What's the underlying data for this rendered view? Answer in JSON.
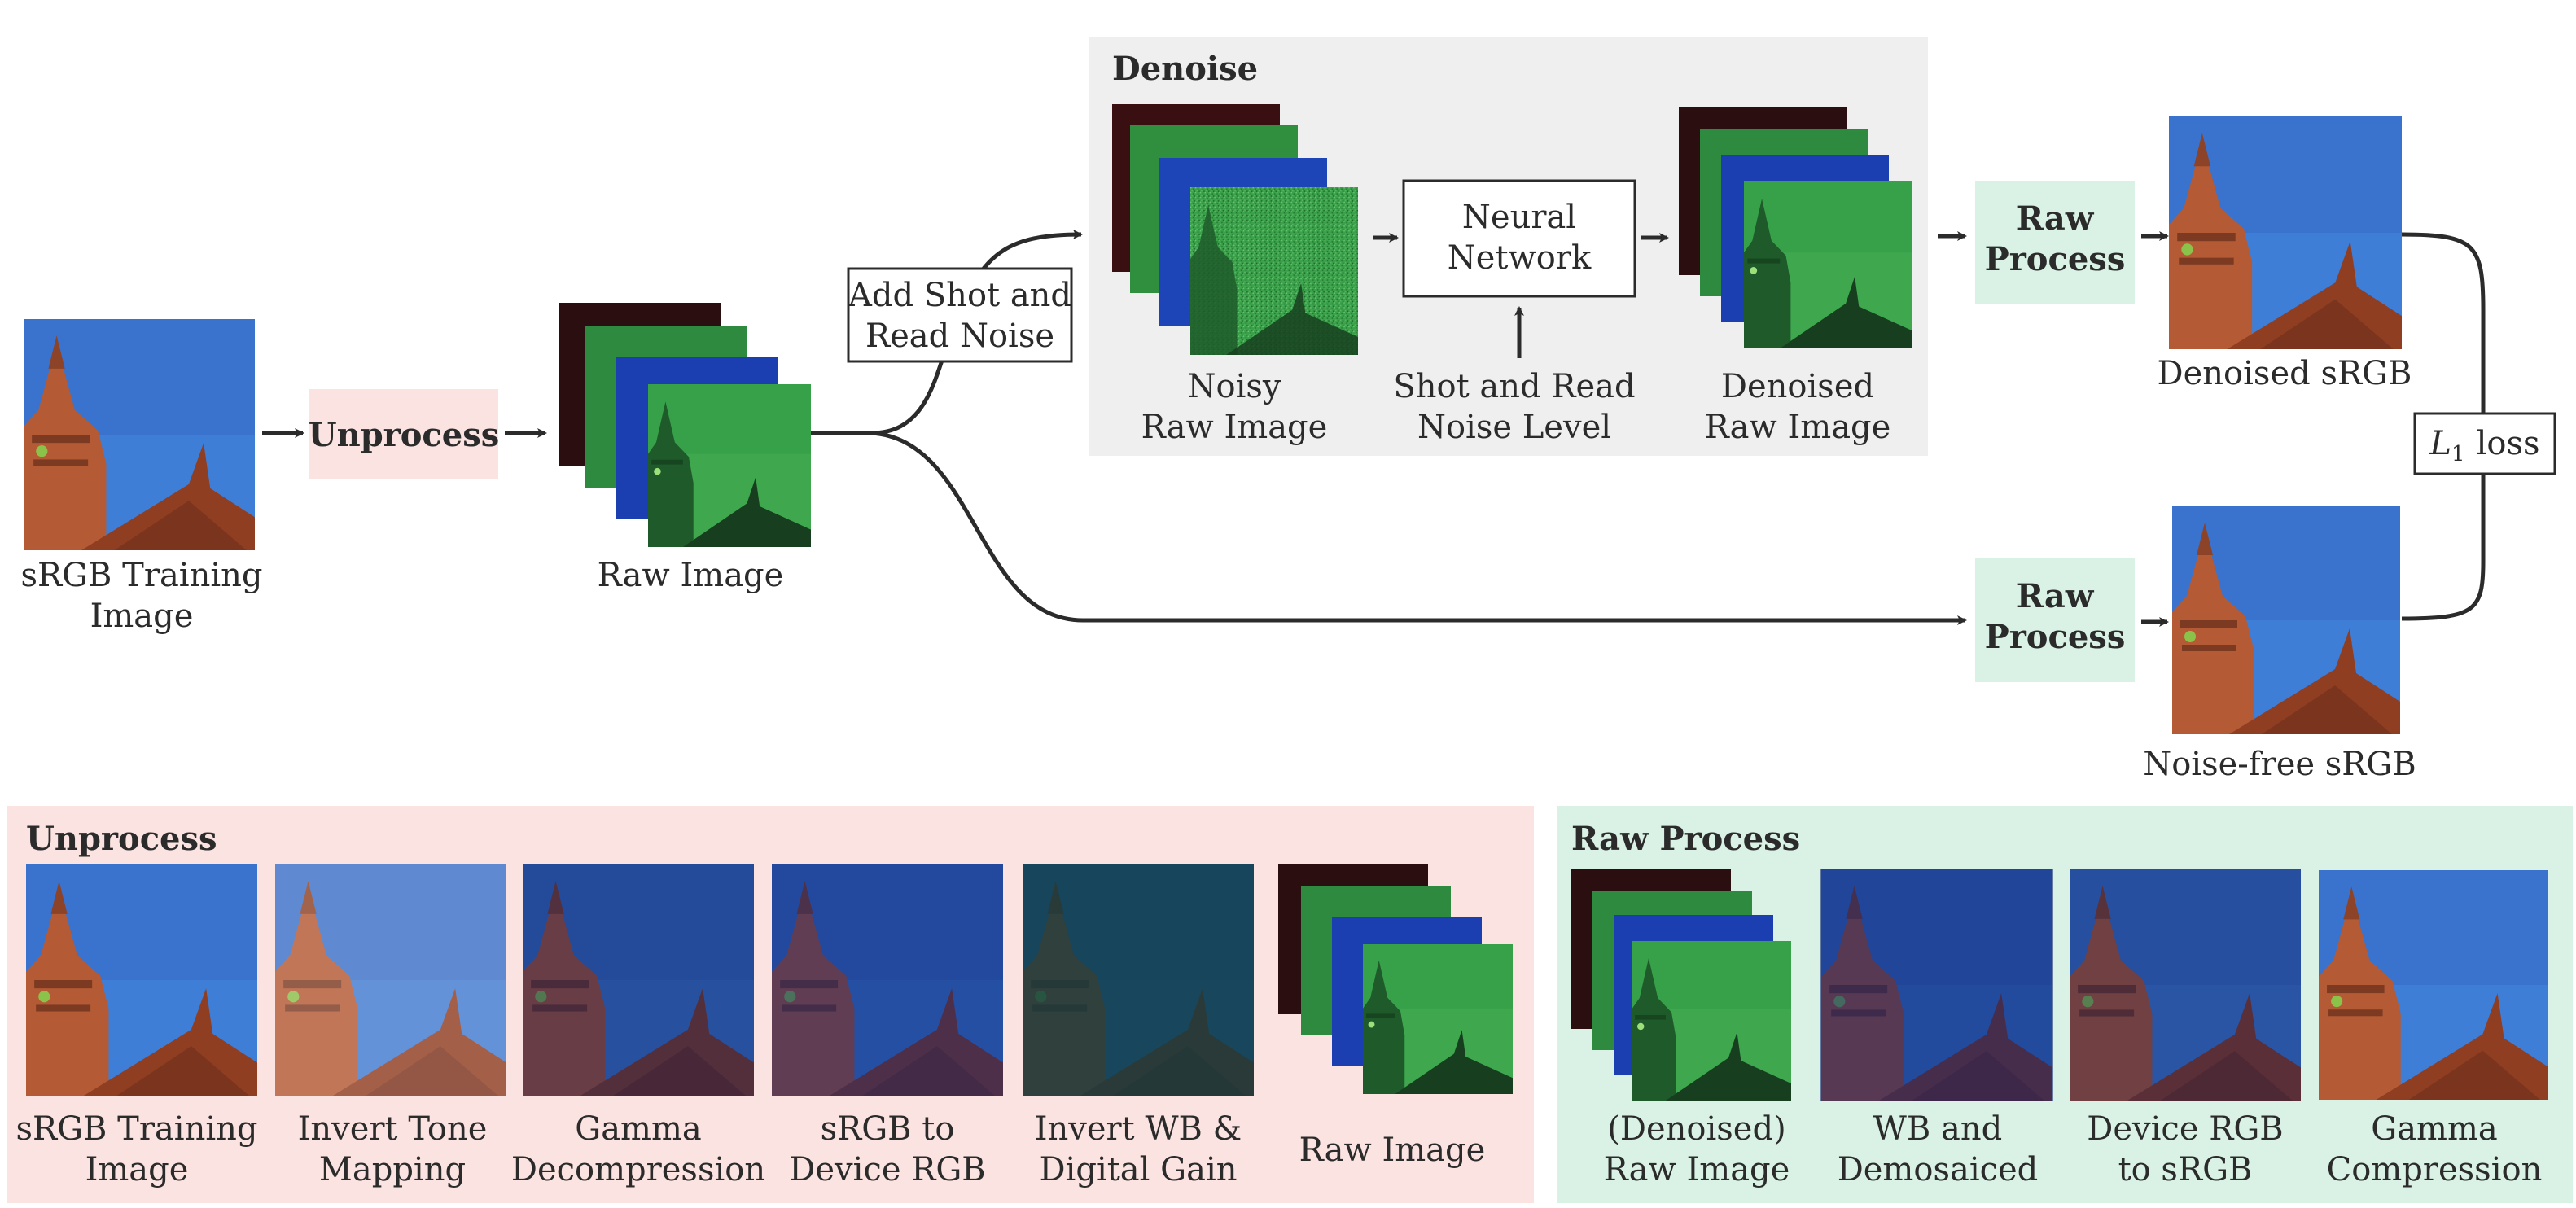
{
  "palette": {
    "unprocess_bg": "#fbe3e1",
    "rawprocess_bg": "#d9f2e5",
    "denoise_bg": "#efefef",
    "arrow": "#2b2b2b",
    "sky": "#3d7bd4",
    "brick": "#b85a34",
    "channel_red": "#2b0f10",
    "channel_green": "#2e8a3e",
    "channel_blue": "#1b3fb0",
    "channel_bright_green": "#3fa84f"
  },
  "top": {
    "srgb_training_image": {
      "line1": "sRGB Training",
      "line2": "Image"
    },
    "unprocess_button": "Unprocess",
    "raw_image": "Raw Image",
    "add_noise": {
      "line1": "Add Shot and",
      "line2": "Read Noise"
    },
    "denoise_title": "Denoise",
    "noisy_raw": {
      "line1": "Noisy",
      "line2": "Raw Image"
    },
    "neural_network": {
      "line1": "Neural",
      "line2": "Network"
    },
    "noise_level": {
      "line1": "Shot and Read",
      "line2": "Noise Level"
    },
    "denoised_raw": {
      "line1": "Denoised",
      "line2": "Raw Image"
    },
    "raw_process_1": {
      "line1": "Raw",
      "line2": "Process"
    },
    "raw_process_2": {
      "line1": "Raw",
      "line2": "Process"
    },
    "denoised_srgb": "Denoised sRGB",
    "noise_free_srgb": "Noise-free sRGB",
    "loss": {
      "symbol": "L",
      "subscript": "1",
      "word": "loss"
    }
  },
  "unprocess_panel": {
    "title": "Unprocess",
    "steps": [
      {
        "line1": "sRGB Training",
        "line2": "Image"
      },
      {
        "line1": "Invert Tone",
        "line2": "Mapping"
      },
      {
        "line1": "Gamma",
        "line2": "Decompression"
      },
      {
        "line1": "sRGB to",
        "line2": "Device RGB"
      },
      {
        "line1": "Invert WB &",
        "line2": "Digital Gain"
      },
      {
        "line1": "Raw Image",
        "line2": ""
      }
    ]
  },
  "raw_process_panel": {
    "title": "Raw Process",
    "steps": [
      {
        "line1": "(Denoised)",
        "line2": "Raw Image"
      },
      {
        "line1": "WB and",
        "line2": "Demosaiced"
      },
      {
        "line1": "Device RGB",
        "line2": "to sRGB"
      },
      {
        "line1": "Gamma",
        "line2": "Compression"
      }
    ]
  }
}
